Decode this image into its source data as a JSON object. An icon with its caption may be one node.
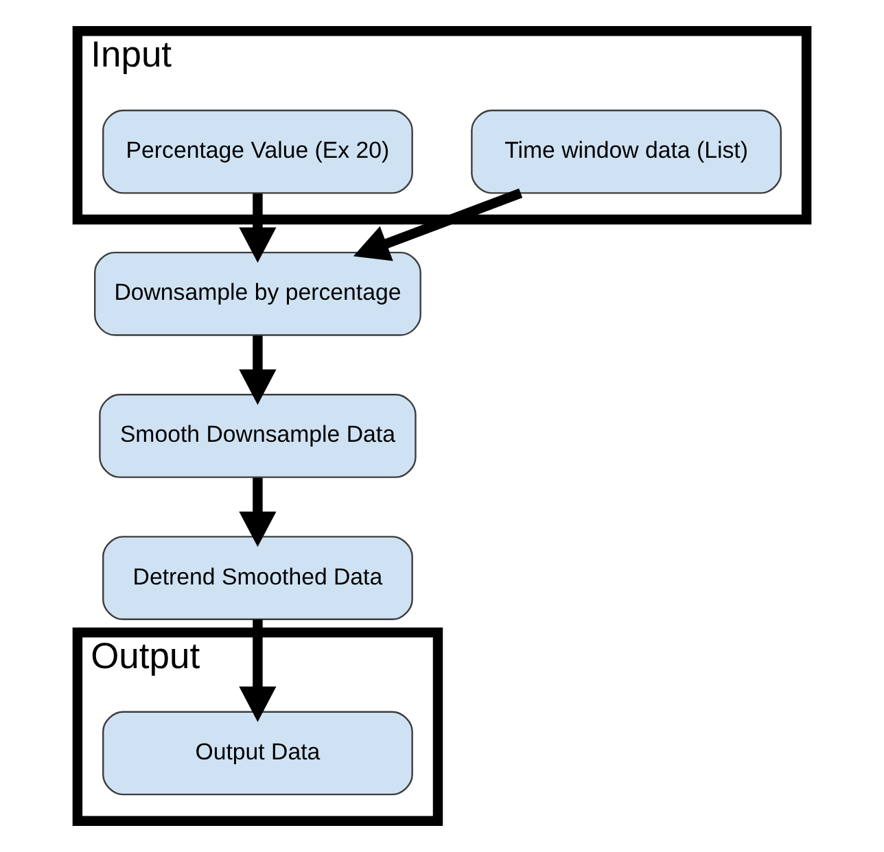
{
  "diagram": {
    "nodes": [
      {
        "text": [
          "Input"
        ]
      },
      {
        "text": [
          "Time window data (List)"
        ],
        "in": 0
      },
      {
        "text": [
          "Percentage Value (Ex 20)"
        ],
        "in": 0
      },
      {
        "text": [
          "Downsample by percentage"
        ]
      },
      {
        "text": [
          "Smooth Downsample Data"
        ]
      },
      {
        "text": [
          "Detrend Smoothed Data"
        ]
      },
      {
        "text": [
          "Output"
        ]
      },
      {
        "text": [
          "Output Data"
        ],
        "in": 6
      }
    ],
    "edges": [
      {
        "from": 1,
        "to": 3,
        "arrow": "to"
      },
      {
        "from": 2,
        "to": 3,
        "arrow": "to"
      },
      {
        "from": 3,
        "to": 4,
        "arrow": "to"
      },
      {
        "from": 4,
        "to": 5,
        "arrow": "to"
      },
      {
        "from": 5,
        "to": 7,
        "arrow": "to"
      }
    ]
  }
}
